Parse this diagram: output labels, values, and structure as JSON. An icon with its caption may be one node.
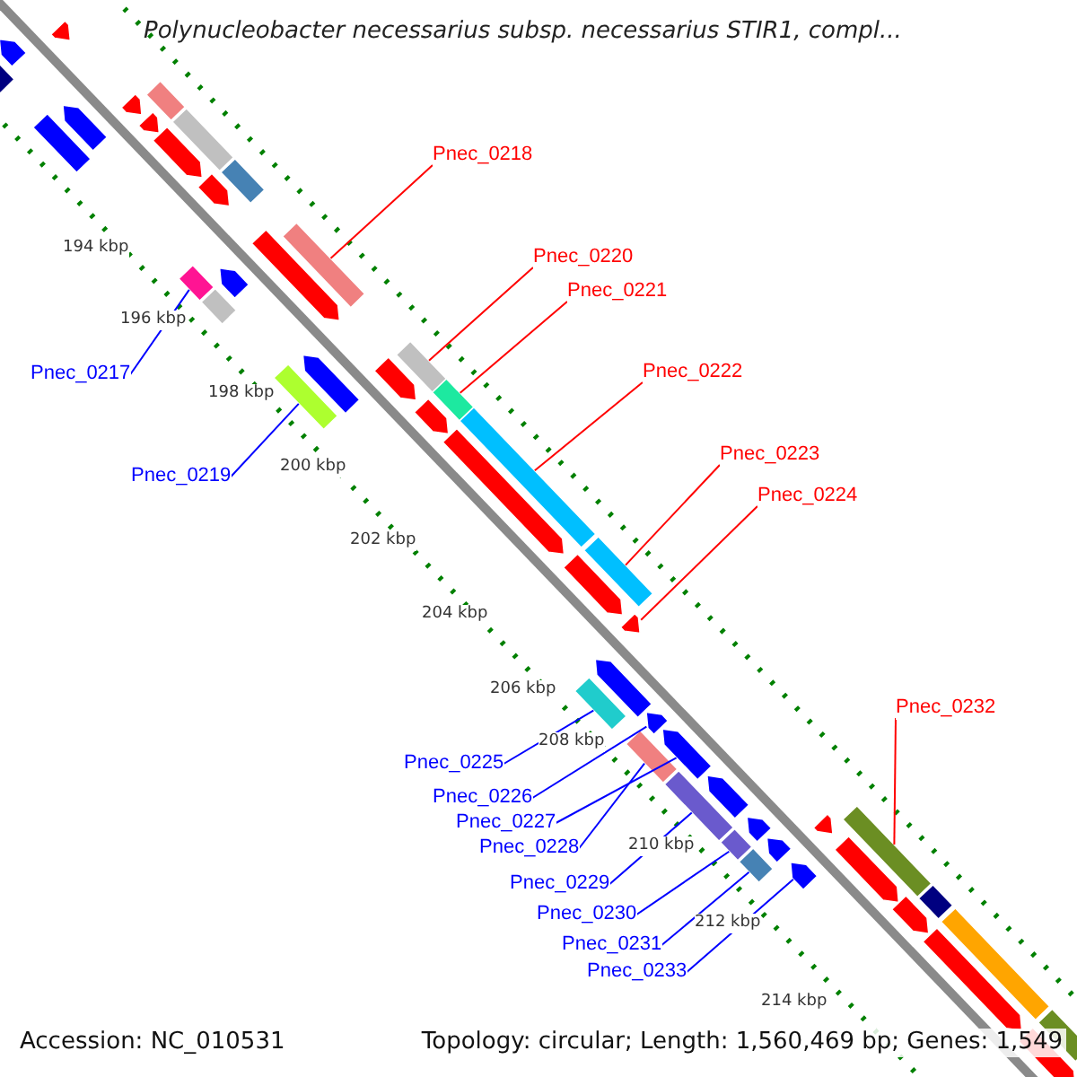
{
  "diagram": {
    "title": "Polynucleobacter necessarius subsp. necessarius STIR1, compl...",
    "nodes": [
      {
        "text": [
          "Pnec_0218"
        ]
      },
      {
        "text": [
          "Pnec_0220"
        ]
      },
      {
        "text": [
          "Pnec_0221"
        ]
      },
      {
        "text": [
          "Pnec_0217"
        ]
      },
      {
        "text": [
          "Pnec_0222"
        ]
      },
      {
        "text": [
          "Pnec_0223"
        ]
      },
      {
        "text": [
          "Pnec_0219"
        ]
      },
      {
        "text": [
          "Pnec_0224"
        ]
      },
      {
        "text": [
          "Pnec_0232"
        ]
      },
      {
        "text": [
          "Pnec_0225"
        ]
      },
      {
        "text": [
          "Pnec_0226"
        ]
      },
      {
        "text": [
          "Pnec_0227"
        ]
      },
      {
        "text": [
          "Pnec_0228"
        ]
      },
      {
        "text": [
          "Pnec_0229"
        ]
      },
      {
        "text": [
          "Pnec_0230"
        ]
      },
      {
        "text": [
          "Pnec_0231"
        ]
      },
      {
        "text": [
          "Pnec_0233"
        ]
      },
      {
        "text": [],
        "shape": "arrow"
      },
      {
        "text": [],
        "shape": "box"
      },
      {
        "text": [],
        "shape": "arrow"
      },
      {
        "text": [],
        "shape": "arrow"
      },
      {
        "text": [],
        "shape": "box"
      },
      {
        "text": [],
        "shape": "arrow"
      },
      {
        "text": [],
        "shape": "box"
      },
      {
        "text": [],
        "shape": "arrow"
      },
      {
        "text": [],
        "shape": "arrow"
      },
      {
        "text": [],
        "shape": "box"
      },
      {
        "text": [],
        "shape": "arrow"
      },
      {
        "text": [],
        "shape": "box"
      },
      {
        "text": [],
        "shape": "box"
      },
      {
        "text": [],
        "shape": "box"
      },
      {
        "text": [],
        "shape": "arrow"
      },
      {
        "text": [],
        "shape": "arrow"
      },
      {
        "text": [],
        "shape": "box"
      },
      {
        "text": [],
        "shape": "box"
      },
      {
        "text": [],
        "shape": "arrow"
      },
      {
        "text": [],
        "shape": "arrow"
      },
      {
        "text": [],
        "shape": "box"
      },
      {
        "text": [],
        "shape": "box"
      },
      {
        "text": [],
        "shape": "arrow"
      },
      {
        "text": [],
        "shape": "box"
      },
      {
        "text": [],
        "shape": "arrow"
      },
      {
        "text": [],
        "shape": "box"
      },
      {
        "text": [],
        "shape": "arrow"
      },
      {
        "text": [],
        "shape": "arrow"
      },
      {
        "text": [],
        "shape": "box"
      },
      {
        "text": [],
        "shape": "arrow"
      },
      {
        "text": [],
        "shape": "arrow"
      },
      {
        "text": [],
        "shape": "arrow"
      },
      {
        "text": [],
        "shape": "box"
      },
      {
        "text": [],
        "shape": "box"
      },
      {
        "text": [],
        "shape": "arrow"
      },
      {
        "text": [],
        "shape": "box"
      },
      {
        "text": [],
        "shape": "arrow"
      },
      {
        "text": [],
        "shape": "box"
      },
      {
        "text": [],
        "shape": "arrow"
      },
      {
        "text": [],
        "shape": "arrow"
      },
      {
        "text": [],
        "shape": "arrow"
      },
      {
        "text": [],
        "shape": "box"
      },
      {
        "text": [],
        "shape": "arrow"
      },
      {
        "text": [],
        "shape": "arrow"
      },
      {
        "text": [],
        "shape": "box"
      },
      {
        "text": [],
        "shape": "box"
      },
      {
        "text": [],
        "shape": "arrow"
      },
      {
        "text": [],
        "shape": "box"
      },
      {
        "text": [],
        "shape": "arrow"
      }
    ],
    "edges": [
      {
        "from": 0,
        "to": 33,
        "arrow": "none",
        "color": "#ff0000"
      },
      {
        "from": 1,
        "to": 37,
        "arrow": "none",
        "color": "#ff0000"
      },
      {
        "from": 2,
        "to": 38,
        "arrow": "none",
        "color": "#ff0000"
      },
      {
        "from": 3,
        "to": 29,
        "arrow": "none"
      },
      {
        "from": 4,
        "to": 40,
        "arrow": "none",
        "color": "#ff0000"
      },
      {
        "from": 5,
        "to": 42,
        "arrow": "none",
        "color": "#ff0000"
      },
      {
        "from": 6,
        "to": 34,
        "arrow": "none"
      },
      {
        "from": 7,
        "to": 44,
        "arrow": "none",
        "color": "#ff0000"
      },
      {
        "from": 8,
        "to": 58,
        "arrow": "none",
        "color": "#ff0000"
      },
      {
        "from": 9,
        "to": 45,
        "arrow": "none"
      },
      {
        "from": 10,
        "to": 47,
        "arrow": "none"
      },
      {
        "from": 11,
        "to": 48,
        "arrow": "none"
      },
      {
        "from": 12,
        "to": 49,
        "arrow": "none"
      },
      {
        "from": 13,
        "to": 50,
        "arrow": "none"
      },
      {
        "from": 14,
        "to": 52,
        "arrow": "none"
      },
      {
        "from": 15,
        "to": 54,
        "arrow": "none"
      },
      {
        "from": 16,
        "to": 56,
        "arrow": "none"
      }
    ],
    "labels": [
      "194 kbp",
      "196 kbp",
      "198 kbp",
      "200 kbp",
      "202 kbp",
      "204 kbp",
      "206 kbp",
      "208 kbp",
      "210 kbp",
      "212 kbp",
      "214 kbp",
      "Accession: NC_010531",
      "Topology: circular; Length: 1,560,469 bp; Genes: 1,549"
    ]
  }
}
